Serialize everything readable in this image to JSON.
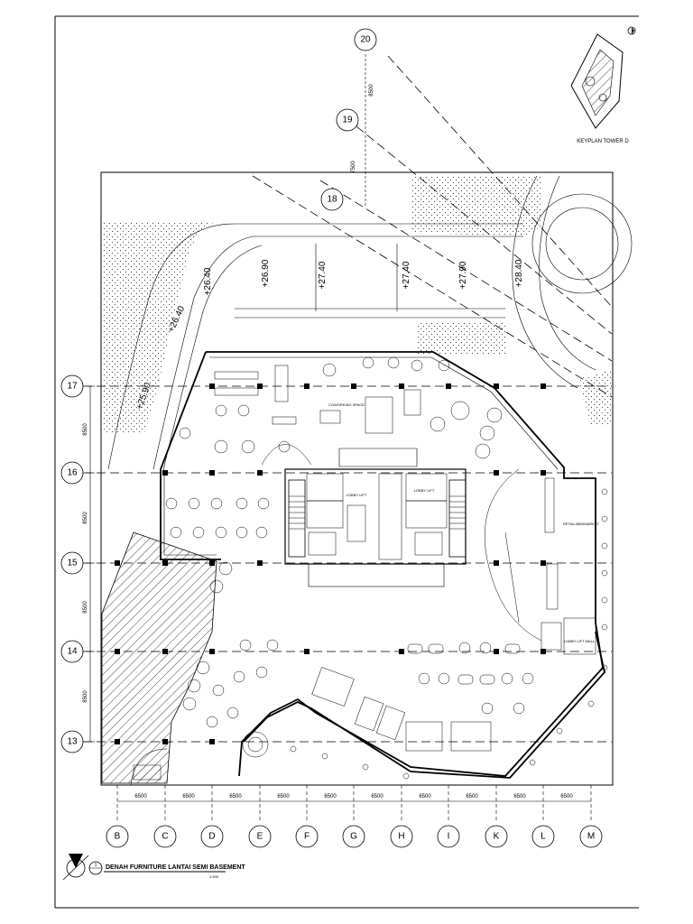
{
  "drawing": {
    "title": "DENAH FURNITURE LANTAI SEMI BASEMENT",
    "scale": "1:300",
    "number": "1",
    "keyplan_label": "KEYPLAN TOWER D"
  },
  "grids": {
    "columns": [
      "B",
      "C",
      "D",
      "E",
      "F",
      "G",
      "H",
      "I",
      "K",
      "L",
      "M"
    ],
    "rows": [
      "17",
      "16",
      "15",
      "14",
      "13"
    ],
    "diagonal": [
      "20",
      "19",
      "18"
    ]
  },
  "dimensions": {
    "column_spacing": "6500",
    "row_spacing": [
      "8500",
      "8500",
      "8500",
      "8500"
    ],
    "diagonal_spacing": [
      "8500",
      "7500"
    ]
  },
  "levels": [
    "+26.40",
    "+26.90",
    "+27.40",
    "+27.40",
    "+27.90",
    "+28.40",
    "+26.40",
    "+25.90"
  ],
  "room_labels": {
    "coworking": "COWORKING SPACE",
    "lobby_lift_a": "LOBBY LIFT",
    "lobby_lift_b": "LOBBY LIFT",
    "retail": "RETAIL/MINIMARKET",
    "lobby_lift_mall": "LOBBY LIFT MALL"
  },
  "colors": {
    "ink": "#000000",
    "paper": "#ffffff",
    "hatch": "#444444"
  }
}
